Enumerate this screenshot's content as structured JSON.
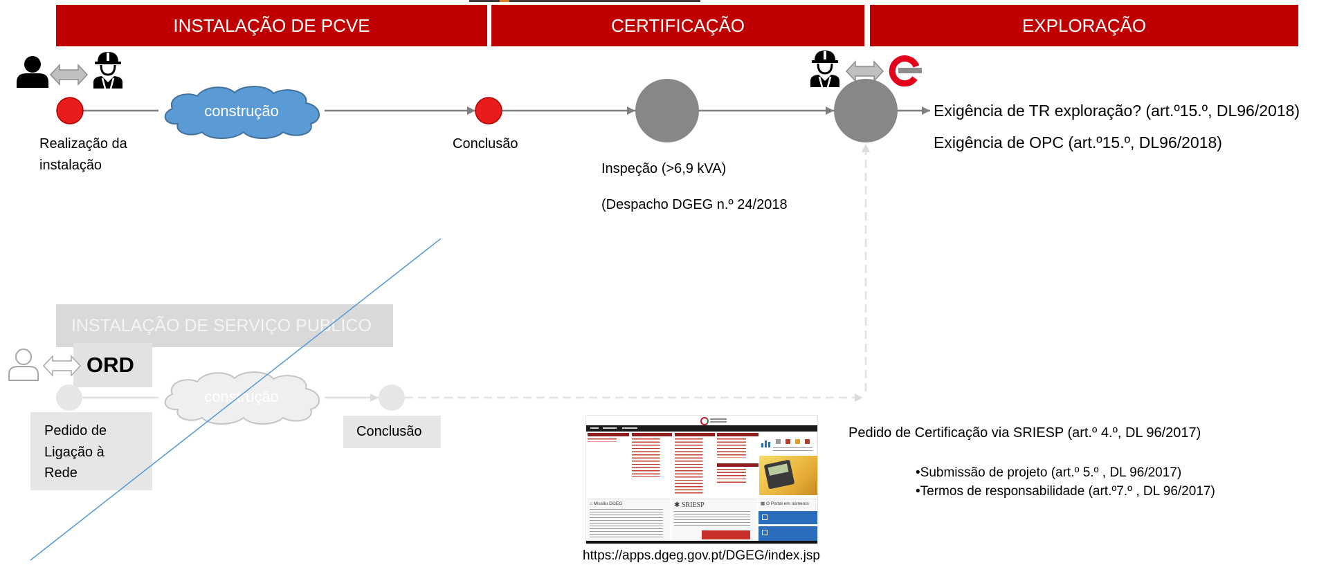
{
  "headers": {
    "installation": "INSTALAÇÃO DE PCVE",
    "certification": "CERTIFICAÇÃO",
    "exploration": "EXPLORAÇÃO"
  },
  "installation_flow": {
    "start_label": [
      "Realização da",
      "instalação"
    ],
    "cloud_label": "construção",
    "end_label": "Conclusão"
  },
  "certification_flow": {
    "inspection_label": "Inspeção (>6,9 kVA)",
    "dispatch_label": "(Despacho DGEG n.º 24/2018"
  },
  "exploration_requirements": [
    "Exigência de TR exploração? (art.º15.º, DL96/2018)",
    "Exigência de OPC (art.º15.º, DL96/2018)"
  ],
  "public_service": {
    "title": "INSTALAÇÃO DE SERVIÇO PUBLICO",
    "operator_label": "ORD",
    "cloud_label": "construção",
    "request_label": [
      "Pedido de",
      "Ligação à",
      "Rede"
    ],
    "end_label": "Conclusão"
  },
  "certification_request": {
    "title": "Pedido de Certificação via SRIESP (art.º 4.º, DL 96/2017)",
    "bullets": [
      "•Submissão de projeto (art.º 5.º , DL 96/2017)",
      "•Termos de responsabilidade (art.º7.º , DL 96/2017)"
    ]
  },
  "website": {
    "url": "https://apps.dgeg.gov.pt/DGEG/index.jsp",
    "panels": [
      "Missão DGEG",
      "SRIESP",
      "O Portal em números"
    ]
  },
  "icons": {
    "owner": "person-icon",
    "installer": "construction-worker-icon",
    "exchange": "double-arrow-icon",
    "operator_logo": "e-logo-icon",
    "public_operator": "person-outline-icon"
  },
  "colors": {
    "header_red": "#c00000",
    "node_red": "#e81c1c",
    "node_gray": "#878787",
    "cloud_blue": "#5b9bd5",
    "faded_gray": "#d9d9d9",
    "diagonal_line": "#5b9bd5"
  }
}
